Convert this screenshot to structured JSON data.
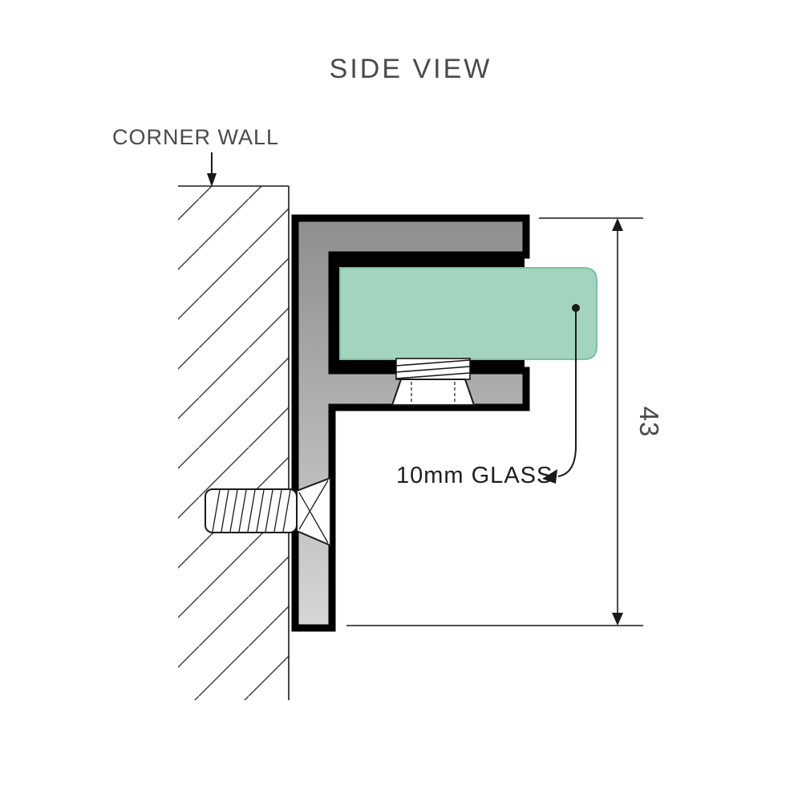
{
  "diagram": {
    "title": "SIDE VIEW",
    "wall_label": "CORNER WALL",
    "glass_label": "10mm GLASS",
    "dimension_label": "43",
    "colors": {
      "glass_fill": "#a3d5be",
      "glass_edge": "#7fbda4",
      "bracket_top": "#8e8e8e",
      "bracket_bottom": "#d7d7d7",
      "outline": "#000000",
      "line": "#1a1a1a",
      "hatch": "#3a3a3a",
      "heading_text": "#4a4a4a",
      "annotation_text": "#1f1f1f"
    }
  }
}
